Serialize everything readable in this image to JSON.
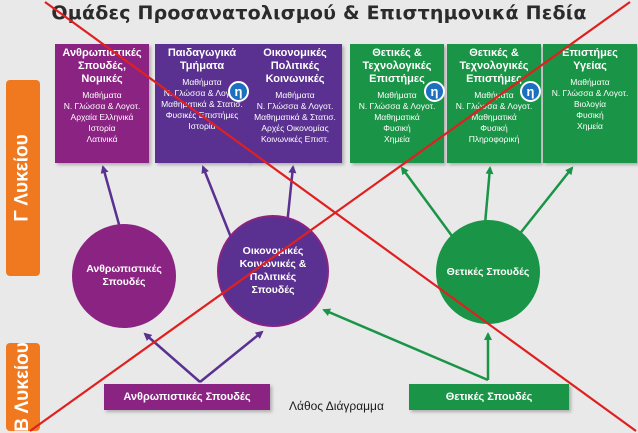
{
  "title": "Ομάδες Προσανατολισμού & Επιστημονικά Πεδία",
  "side_tabs": {
    "upper": "Γ Λυκείου",
    "lower": "Β Λυκείου"
  },
  "badge_glyph": "η",
  "boxes": [
    {
      "title": "Ανθρωπιστικές Σπουδές, Νομικές",
      "subjects": "Μαθήματα\nΝ. Γλώσσα & Λογοτ.\nΑρχαία Ελληνικά\nΙστορία\nΛατινικά",
      "color": "#8a2382"
    },
    {
      "title": "Παιδαγωγικά Τμήματα",
      "subjects": "Μαθήματα\nΝ. Γλώσσα & Λογοτ.\nΜαθηματικά & Στατισ.\nΦυσικές Επιστήμες\nΙστορία",
      "color": "#5a3190"
    },
    {
      "title": "Οικονομικές Πολιτικές Κοινωνικές",
      "subjects": "Μαθήματα\nΝ. Γλώσσα & Λογοτ.\nΜαθηματικά & Στατισ.\nΑρχές Οικονομίας\nΚοινωνικές Επιστ.",
      "color": "#5a3190"
    },
    {
      "title": "Θετικές & Τεχνολογικές Επιστήμες",
      "subjects": "Μαθήματα\nΝ. Γλώσσα & Λογοτ.\nΜαθηματικά\nΦυσική\nΧημεία",
      "color": "#1a9446"
    },
    {
      "title": "Θετικές & Τεχνολογικές Επιστήμες",
      "subjects": "Μαθήματα\nΝ. Γλώσσα & Λογοτ.\nΜαθηματικά\nΦυσική\nΠληροφορική",
      "color": "#1a9446"
    },
    {
      "title": "Επιστήμες Υγείας",
      "subjects": "Μαθήματα\nΝ. Γλώσσα & Λογοτ.\nΒιολογία\nΦυσική\nΧημεία",
      "color": "#1a9446"
    }
  ],
  "circles": [
    {
      "label": "Ανθρωπιστικές Σπουδές",
      "color": "#8a2382"
    },
    {
      "label": "Οικονομικές Κοινωνικές & Πολιτικές Σπουδές",
      "color": "#5a3190"
    },
    {
      "label": "Θετικές Σπουδές",
      "color": "#1a9446"
    }
  ],
  "bars": [
    {
      "label": "Ανθρωπιστικές Σπουδές",
      "color": "#8a2382"
    },
    {
      "label": "Θετικές Σπουδές",
      "color": "#1a9446"
    }
  ],
  "caption": "Λάθος Διάγραμμα",
  "colors": {
    "accent_orange": "#f0791f",
    "badge_blue": "#1d70bf",
    "cross_red": "#e02020",
    "arrow_purple": "#5a3190",
    "arrow_green": "#1a9446"
  }
}
